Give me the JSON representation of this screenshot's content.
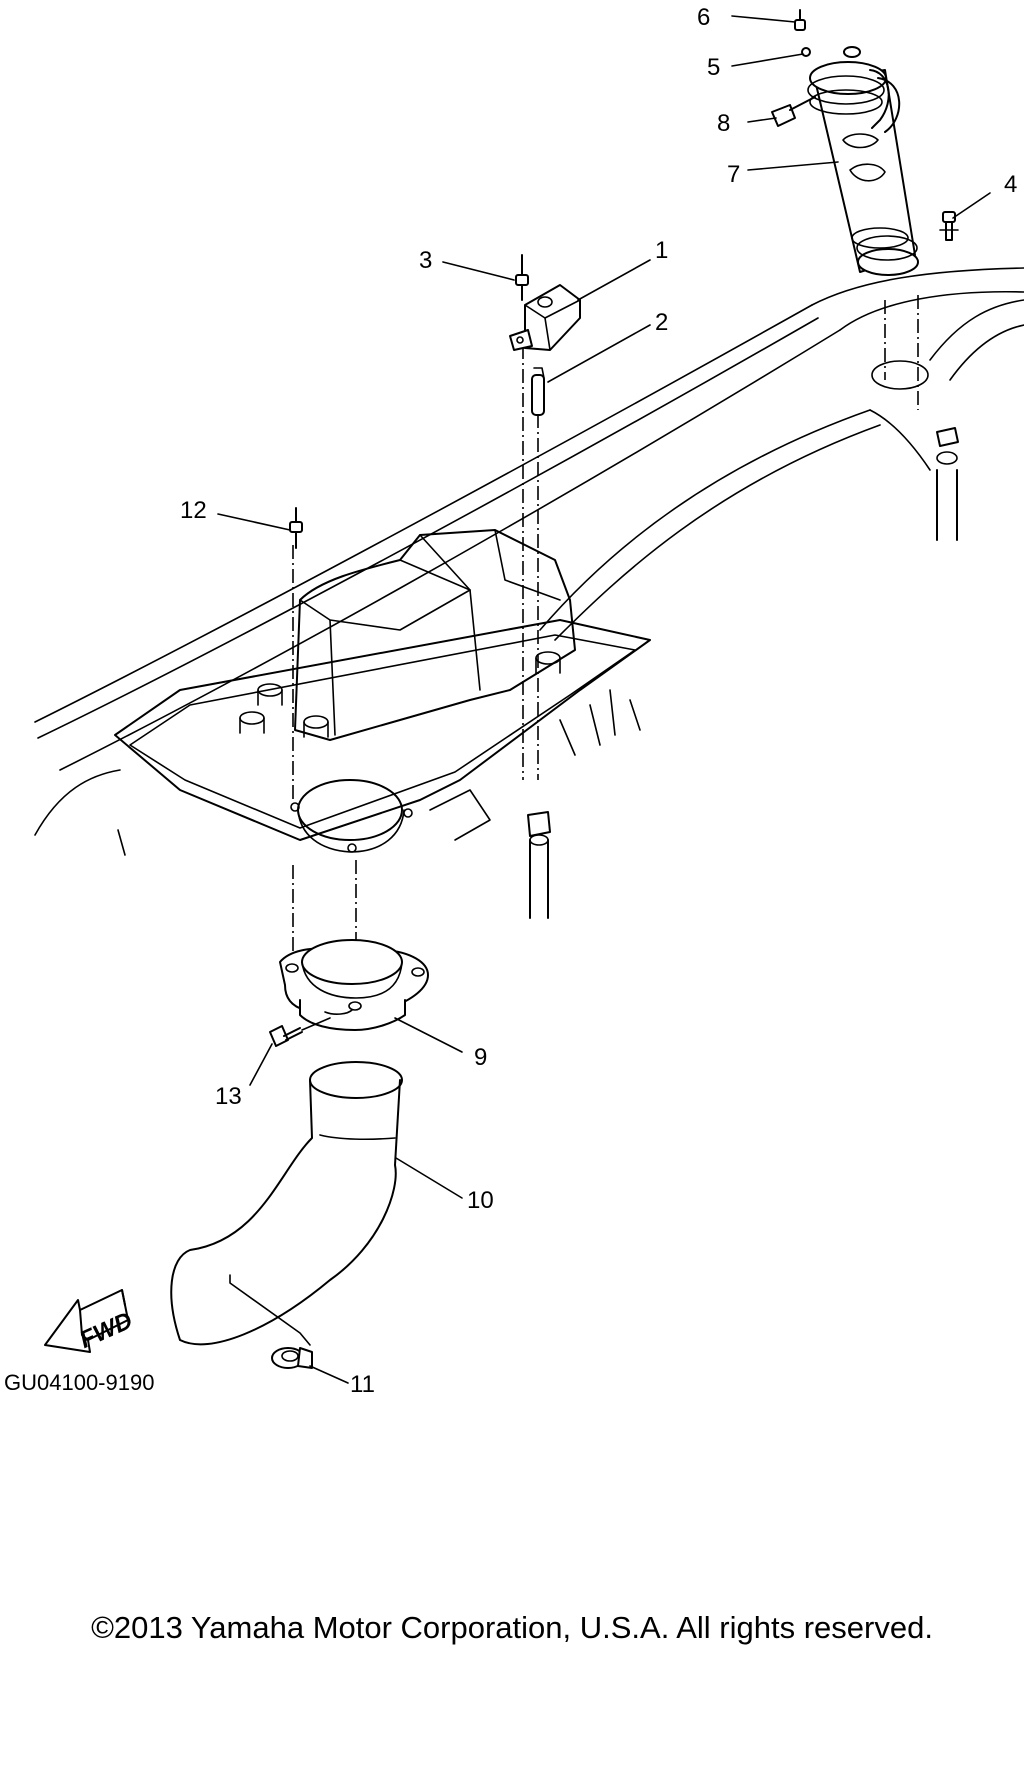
{
  "diagram": {
    "callouts": [
      {
        "label": "1"
      },
      {
        "label": "2"
      },
      {
        "label": "3"
      },
      {
        "label": "4"
      },
      {
        "label": "5"
      },
      {
        "label": "6"
      },
      {
        "label": "7"
      },
      {
        "label": "8"
      },
      {
        "label": "9"
      },
      {
        "label": "10"
      },
      {
        "label": "11"
      },
      {
        "label": "12"
      },
      {
        "label": "13"
      }
    ],
    "part_code": "GU04100-9190",
    "fwd_arrow_text": "FWD",
    "copyright": "©2013 Yamaha Motor Corporation, U.S.A. All rights reserved."
  }
}
